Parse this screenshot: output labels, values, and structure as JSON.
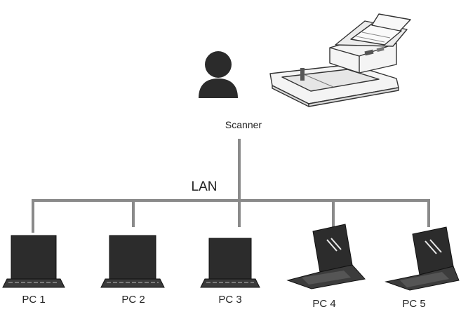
{
  "scanner": {
    "label": "Scanner",
    "icon": "scanner-icon"
  },
  "user": {
    "icon": "user-icon"
  },
  "network": {
    "label": "LAN",
    "line_color": "#8a8a8a"
  },
  "pcs": [
    {
      "label": "PC 1",
      "icon": "laptop-closed-icon"
    },
    {
      "label": "PC 2",
      "icon": "laptop-closed-icon"
    },
    {
      "label": "PC 3",
      "icon": "laptop-closed-icon"
    },
    {
      "label": "PC 4",
      "icon": "laptop-open-icon"
    },
    {
      "label": "PC 5",
      "icon": "laptop-open-icon"
    }
  ]
}
